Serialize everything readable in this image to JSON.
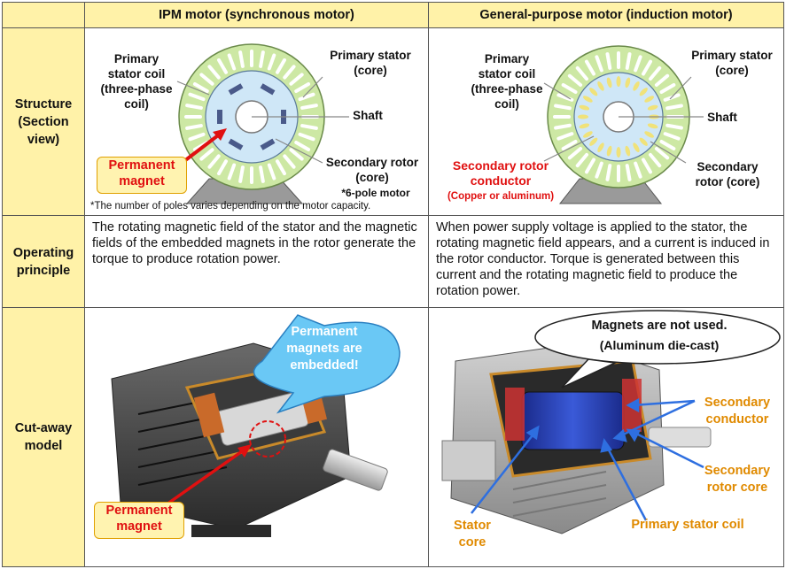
{
  "header": {
    "col1": "IPM motor (synchronous motor)",
    "col2": "General-purpose motor (induction motor)"
  },
  "rows": {
    "structure": "Structure\n(Section\nview)",
    "operating": "Operating\nprinciple",
    "cutaway": "Cut-away\nmodel"
  },
  "ipm": {
    "stator_coil": "Primary\nstator coil\n(three-phase\ncoil)",
    "stator_core": "Primary stator\n(core)",
    "shaft": "Shaft",
    "rotor_core": "Secondary rotor\n(core)",
    "permanent_magnet": "Permanent\nmagnet",
    "pole_note": "*6-pole motor",
    "poles_footnote": "*The number of poles varies depending on the motor capacity.",
    "principle": "The rotating magnetic field of the stator and the magnetic fields of the embedded magnets in the rotor generate the torque to produce rotation power.",
    "bubble": "Permanent\nmagnets are\nembedded!",
    "cut_pm": "Permanent\nmagnet"
  },
  "induction": {
    "stator_coil": "Primary\nstator coil\n(three-phase\ncoil)",
    "stator_core": "Primary stator\n(core)",
    "shaft": "Shaft",
    "rotor_conductor": "Secondary rotor\nconductor",
    "conductor_material": "(Copper or aluminum)",
    "rotor_core": "Secondary\nrotor (core)",
    "principle": "When power supply voltage is applied to the stator, the rotating magnetic field appears, and a current is induced in the rotor conductor. Torque is generated between this current and the rotating magnetic field to produce the rotation power.",
    "bubble_line1": "Magnets are not used.",
    "bubble_line2": "(Aluminum die-cast)",
    "cut_secondary_conductor": "Secondary\nconductor",
    "cut_secondary_rotor_core": "Secondary\nrotor core",
    "cut_stator_core": "Stator\ncore",
    "cut_primary_coil": "Primary stator coil"
  },
  "colors": {
    "header_bg": "#fff2a8",
    "stator_green": "#cde8a4",
    "rotor_blue": "#cfe7f7",
    "magnet_red": "#e01010",
    "callout_blue": "#2e6fe0",
    "label_orange": "#e08a00"
  }
}
